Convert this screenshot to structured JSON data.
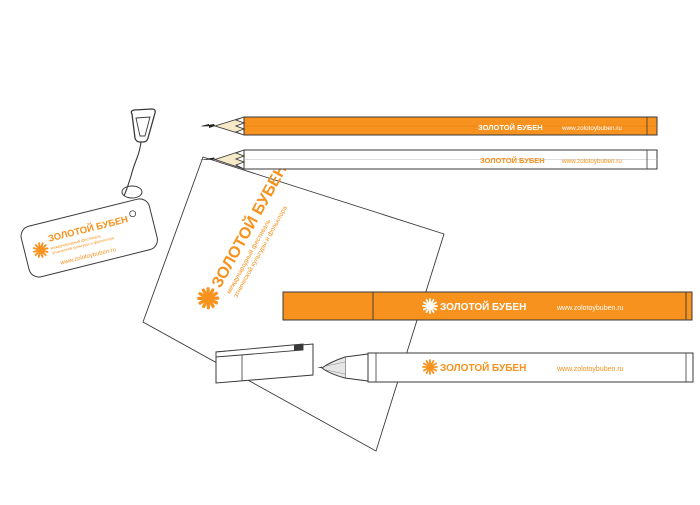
{
  "brand": {
    "name": "ЗОЛОТОЙ БУБЕН",
    "url": "www.zolotoybuben.ru",
    "tagline_line1": "международный фестиваль",
    "tagline_line2": "этнической культуры и фольклора",
    "logo_icon": "sun-burst-icon"
  },
  "colors": {
    "orange": "#f7921e",
    "outline": "#3a3a3a",
    "paper": "#ffffff"
  }
}
